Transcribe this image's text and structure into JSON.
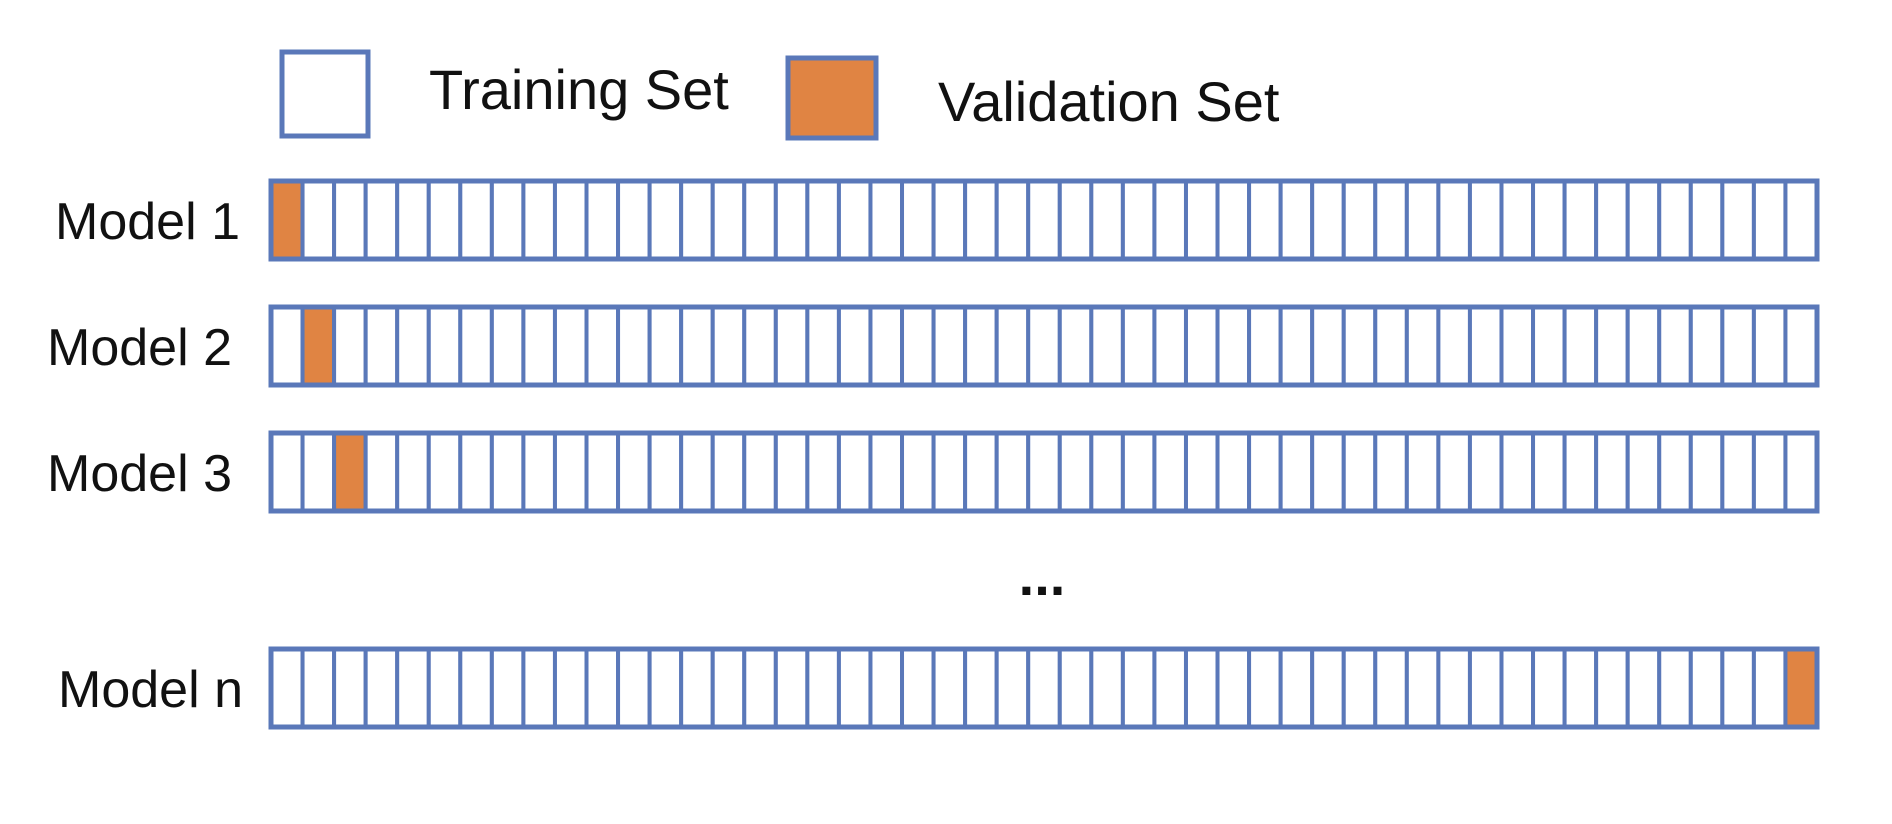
{
  "legend": {
    "training_label": "Training Set",
    "validation_label": "Validation Set"
  },
  "colors": {
    "border": "#5a78b9",
    "training_fill": "#ffffff",
    "validation_fill": "#e08443"
  },
  "segments_per_row": 49,
  "rows": [
    {
      "label": "Model 1",
      "validation_index": 0
    },
    {
      "label": "Model 2",
      "validation_index": 1
    },
    {
      "label": "Model 3",
      "validation_index": 2
    },
    {
      "label": "Model n",
      "validation_index": 48
    }
  ],
  "ellipsis": "..."
}
